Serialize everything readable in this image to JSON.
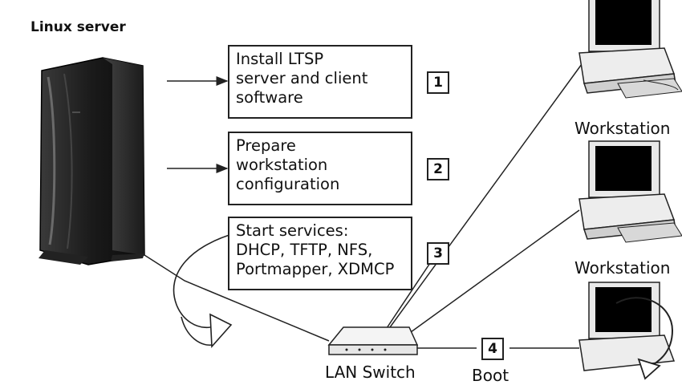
{
  "server": {
    "label": "Linux server"
  },
  "steps": [
    {
      "number": "1",
      "lines": [
        "Install LTSP",
        "server and client",
        "software"
      ]
    },
    {
      "number": "2",
      "lines": [
        "Prepare",
        "workstation",
        "configuration"
      ]
    },
    {
      "number": "3",
      "lines": [
        "Start services:",
        "DHCP, TFTP, NFS,",
        "Portmapper, XDMCP"
      ]
    }
  ],
  "switch": {
    "label": "LAN Switch"
  },
  "boot": {
    "number": "4",
    "label": "Boot"
  },
  "workstations": [
    {
      "label": ""
    },
    {
      "label": "Workstation"
    },
    {
      "label": "Workstation"
    }
  ]
}
